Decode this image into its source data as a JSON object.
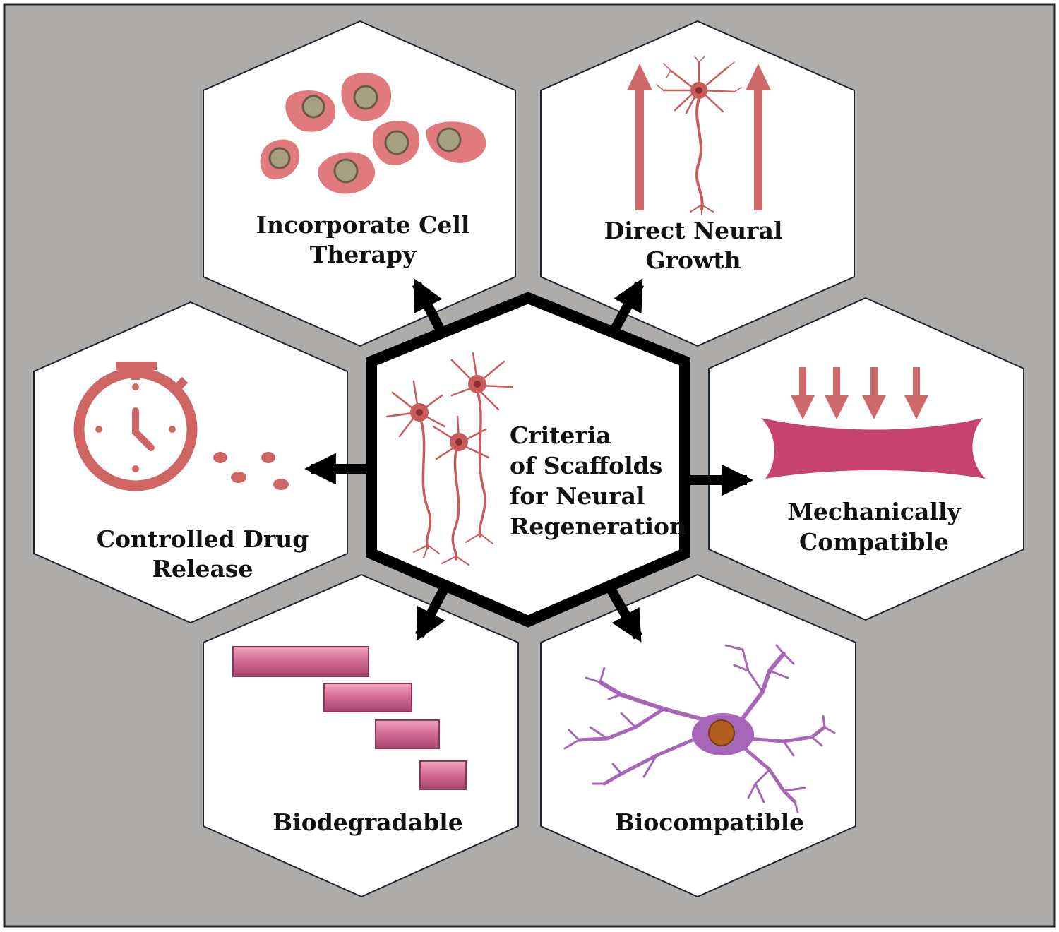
{
  "center": {
    "lines": [
      "Criteria",
      "of Scaffolds",
      "for Neural",
      "Regeneration"
    ]
  },
  "criteria": [
    {
      "id": "cell-therapy",
      "lines": [
        "Incorporate Cell",
        "Therapy"
      ]
    },
    {
      "id": "neural-growth",
      "lines": [
        "Direct Neural",
        "Growth"
      ]
    },
    {
      "id": "mechanical",
      "lines": [
        "Mechanically",
        "Compatible"
      ]
    },
    {
      "id": "biocompatible",
      "lines": [
        "Biocompatible"
      ]
    },
    {
      "id": "biodegradable",
      "lines": [
        "Biodegradable"
      ]
    },
    {
      "id": "drug-release",
      "lines": [
        "Controlled Drug",
        "Release"
      ]
    }
  ],
  "colors": {
    "background": "#aeacaa",
    "hexagon_fill": "#ffffff",
    "hexagon_border": "#1d2533",
    "arrow": "#000000",
    "cell_body": "#e07a7c",
    "cell_nucleus": "#a4a080",
    "neuron": "#c95b5a",
    "growth_arrow": "#cf6a6a",
    "drug_icon": "#d06565",
    "mechanical_band": "#c7426e",
    "degradable_bar": "#d06a92",
    "astrocyte": "#a866b8",
    "astrocyte_nucleus": "#b0601c"
  }
}
